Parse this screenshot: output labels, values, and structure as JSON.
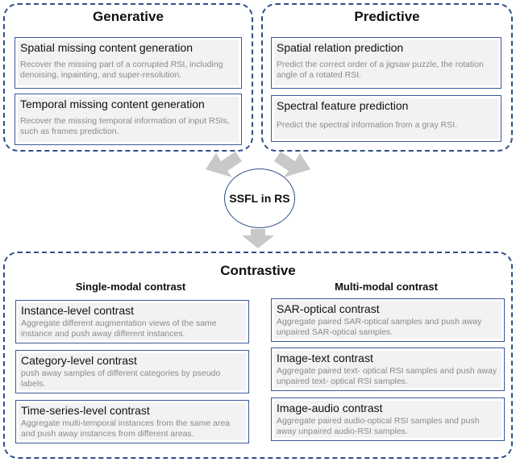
{
  "center": {
    "label": "SSFL in RS"
  },
  "generative": {
    "title": "Generative",
    "cards": [
      {
        "title": "Spatial missing content generation",
        "desc": "Recover the missing part of a corrupted RSI, including denoising, inpainting, and super-resolution."
      },
      {
        "title": "Temporal missing content  generation",
        "desc": "Recover the missing temporal information of input RSIs, such as frames prediction."
      }
    ]
  },
  "predictive": {
    "title": "Predictive",
    "cards": [
      {
        "title": "Spatial relation prediction",
        "desc": "Predict the correct order of a jigsaw puzzle, the rotation angle of a rotated RSI."
      },
      {
        "title": "Spectral feature prediction",
        "desc": "Predict the spectral information from a gray RSI."
      }
    ]
  },
  "contrastive": {
    "title": "Contrastive",
    "single": {
      "title": "Single-modal contrast",
      "cards": [
        {
          "title": "Instance-level contrast",
          "desc": "Aggregate different augmentation views of the same instance and push away different instances."
        },
        {
          "title": "Category-level contrast",
          "desc": "push away samples of different categories by pseudo labels."
        },
        {
          "title": "Time-series-level contrast",
          "desc": "Aggregate multi-temporal instances from the same area and push away instances from different areas."
        }
      ]
    },
    "multi": {
      "title": "Multi-modal contrast",
      "cards": [
        {
          "title": "SAR-optical contrast",
          "desc": "Aggregate paired SAR-optical samples and push away unpaired SAR-optical samples."
        },
        {
          "title": "Image-text contrast",
          "desc": "Aggregate paired text- optical RSI  samples and push away unpaired text- optical RSI  samples."
        },
        {
          "title": "Image-audio contrast",
          "desc": "Aggregate paired audio-optical RSI samples and push away unpaired audio-RSI samples."
        }
      ]
    }
  },
  "colors": {
    "border": "#2f4f86",
    "arrow": "#c8c8c8",
    "desc_text": "#8a8a8a"
  }
}
